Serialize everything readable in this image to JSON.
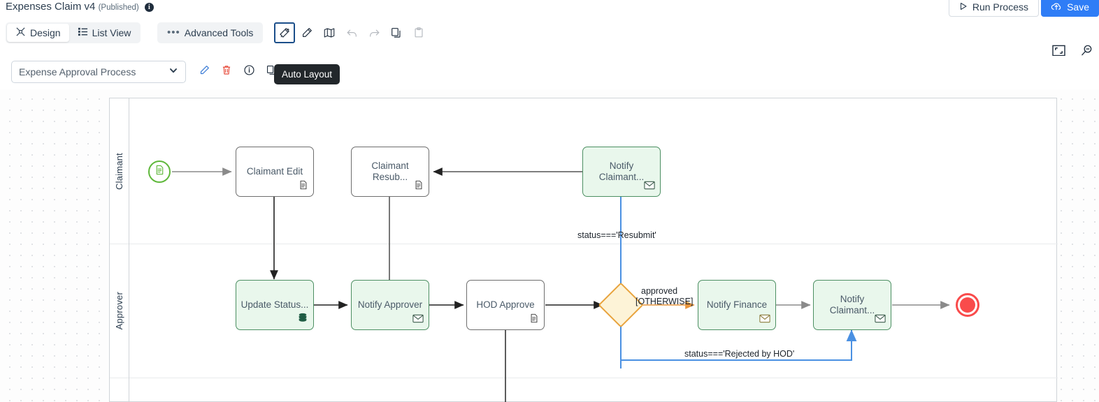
{
  "header": {
    "title": "Expenses Claim v4",
    "status": "(Published)",
    "info_icon": "info-icon",
    "run_process_label": "Run Process",
    "run_icon": "play-icon",
    "save_label": "Save",
    "save_icon": "cloud-upload-icon"
  },
  "tabs": [
    {
      "label": "Design",
      "icon": "design-icon",
      "active": true
    },
    {
      "label": "List View",
      "icon": "list-view-icon",
      "active": false
    }
  ],
  "advanced": {
    "label": "Advanced Tools",
    "icon": "ellipsis-icon"
  },
  "toolbar_icons": [
    {
      "name": "auto-layout-icon",
      "selected": true,
      "disabled": false
    },
    {
      "name": "marker-pen-icon",
      "selected": false,
      "disabled": false
    },
    {
      "name": "map-icon",
      "selected": false,
      "disabled": false
    },
    {
      "name": "undo-icon",
      "selected": false,
      "disabled": true
    },
    {
      "name": "redo-icon",
      "selected": false,
      "disabled": true
    },
    {
      "name": "copy-icon",
      "selected": false,
      "disabled": false
    },
    {
      "name": "paste-icon",
      "selected": false,
      "disabled": true
    }
  ],
  "tooltip": {
    "text": "Auto Layout"
  },
  "right_controls": [
    {
      "name": "fit-screen-icon"
    },
    {
      "name": "zoom-out-icon"
    }
  ],
  "subbar": {
    "process_select_value": "Expense Approval Process",
    "chevron": "chevron-down-icon",
    "actions": [
      {
        "name": "edit-pencil-icon",
        "color": "#3a7bd5"
      },
      {
        "name": "delete-trash-icon",
        "color": "#e74c3c"
      },
      {
        "name": "info-circle-icon",
        "color": "#1f2d3d"
      },
      {
        "name": "duplicate-icon",
        "color": "#1f2d3d"
      },
      {
        "name": "add-plus-icon",
        "color": "#1f2d3d"
      }
    ]
  },
  "colors": {
    "accent_blue": "#2f7df6",
    "task_green_fill": "#e9f7ec",
    "task_green_stroke": "#4c8f62",
    "gateway_fill": "#fdf3d7",
    "gateway_stroke": "#e8a33d",
    "start_stroke": "#5fb83b",
    "end_stroke": "#f94b4b",
    "flow_blue": "#4a90e2",
    "flow_orange": "#e8953d",
    "flow_grey": "#8a8a8a",
    "flow_dark": "#333333"
  },
  "diagram": {
    "lanes": [
      {
        "name": "Claimant"
      },
      {
        "name": "Approver"
      },
      {
        "name": ""
      }
    ],
    "nodes": [
      {
        "id": "start",
        "type": "start-event",
        "label": "",
        "icon": "document-icon"
      },
      {
        "id": "claim_edit",
        "type": "user-task",
        "label": "Claimant Edit",
        "icon": "document-icon",
        "fill": "white"
      },
      {
        "id": "claim_resub",
        "type": "user-task",
        "label": "Claimant Resub...",
        "icon": "document-icon",
        "fill": "white"
      },
      {
        "id": "notify_claimant_1",
        "type": "send-task",
        "label": "Notify Claimant...",
        "icon": "envelope-icon",
        "fill": "green"
      },
      {
        "id": "update_status",
        "type": "service-task",
        "label": "Update Status...",
        "icon": "database-icon",
        "fill": "green"
      },
      {
        "id": "notify_approver",
        "type": "send-task",
        "label": "Notify Approver",
        "icon": "envelope-icon",
        "fill": "green"
      },
      {
        "id": "hod_approve",
        "type": "user-task",
        "label": "HOD Approve",
        "icon": "document-icon",
        "fill": "white"
      },
      {
        "id": "gateway",
        "type": "exclusive-gateway",
        "label": "",
        "icon": ""
      },
      {
        "id": "notify_finance",
        "type": "send-task",
        "label": "Notify Finance",
        "icon": "envelope-icon",
        "fill": "green"
      },
      {
        "id": "notify_claimant_2",
        "type": "send-task",
        "label": "Notify Claimant...",
        "icon": "envelope-icon",
        "fill": "green"
      },
      {
        "id": "end",
        "type": "end-event",
        "label": "",
        "icon": ""
      }
    ],
    "edge_labels": [
      {
        "id": "lbl_resubmit",
        "text": "status==='Resubmit'"
      },
      {
        "id": "lbl_approved",
        "text": "approved"
      },
      {
        "id": "lbl_otherwise",
        "text": "[OTHERWISE]"
      },
      {
        "id": "lbl_rejected",
        "text": "status==='Rejected by HOD'"
      }
    ]
  }
}
